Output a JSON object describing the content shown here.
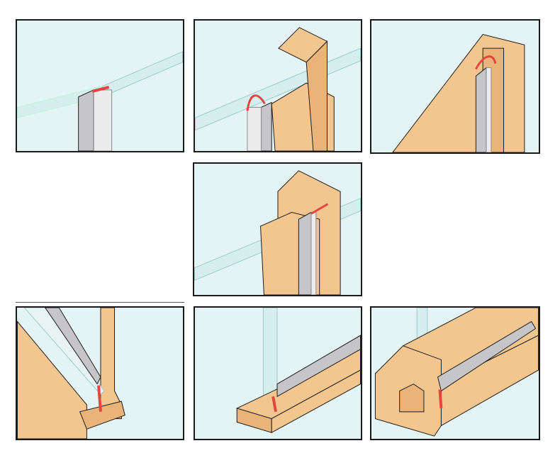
{
  "colors": {
    "glass": "#e4f3f3",
    "wood": "#f3c690",
    "seal_strip": "#c6c6c8",
    "seal_lip": "#e2463f",
    "outline": "#1a1a1a"
  },
  "panels": [
    {
      "id": "glass-to-glass-180"
    },
    {
      "id": "glass-to-wall-notch"
    },
    {
      "id": "glass-to-wall-corner"
    },
    {
      "id": "glass-in-channel-frame"
    },
    {
      "id": "bottom-channel-angled"
    },
    {
      "id": "bottom-sill"
    },
    {
      "id": "bottom-stepped-profile"
    }
  ]
}
